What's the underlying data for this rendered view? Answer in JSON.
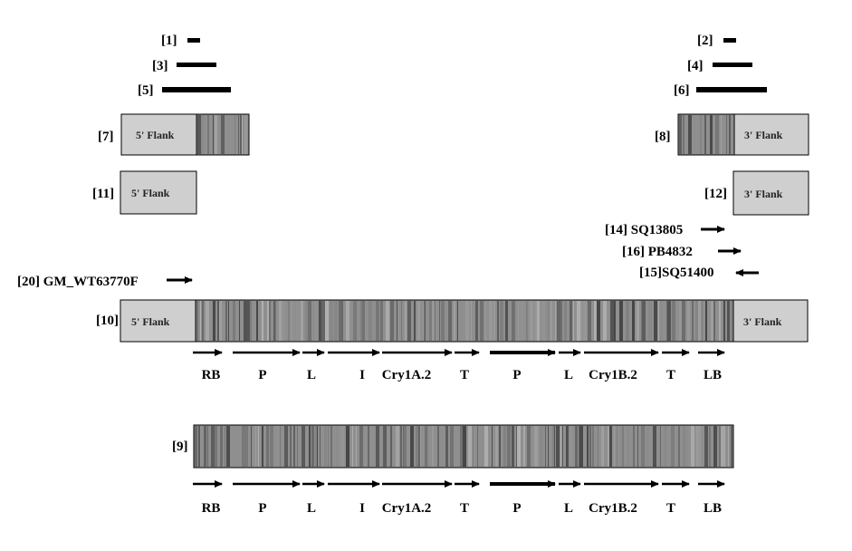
{
  "segment_labels": {
    "s1": "[1]",
    "s2": "[2]",
    "s3": "[3]",
    "s4": "[4]",
    "s5": "[5]",
    "s6": "[6]"
  },
  "fragments": {
    "f7": {
      "label": "[7]",
      "flank_text": "5' Flank"
    },
    "f8": {
      "label": "[8]",
      "flank_text": "3' Flank"
    },
    "f11": {
      "label": "[11]",
      "flank_text": "5' Flank"
    },
    "f12": {
      "label": "[12]",
      "flank_text": "3' Flank"
    }
  },
  "primers": {
    "p14": "[14] SQ13805",
    "p16": "[16] PB4832",
    "p15": "[15]SQ51400",
    "p20": "[20] GM_WT63770F"
  },
  "construct10": {
    "label": "[10]",
    "left_flank": "5' Flank",
    "right_flank": "3' Flank"
  },
  "construct9": {
    "label": "[9]"
  },
  "elements": [
    "RB",
    "P",
    "L",
    "I",
    "Cry1A.2",
    "T",
    "P",
    "L",
    "Cry1B.2",
    "T",
    "LB"
  ],
  "colors": {
    "insert_base": "#8f8f8f",
    "flank_fill": "#cfcfcf",
    "band_dark": "#3a3a3a",
    "ink": "#000000"
  }
}
